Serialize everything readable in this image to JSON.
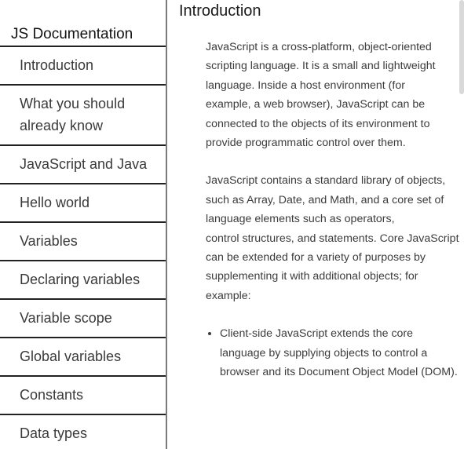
{
  "navbar": {
    "title": "JS Documentation",
    "items": [
      {
        "label": "Introduction"
      },
      {
        "label": "What you should already know"
      },
      {
        "label": "JavaScript and Java"
      },
      {
        "label": "Hello world"
      },
      {
        "label": "Variables"
      },
      {
        "label": "Declaring variables"
      },
      {
        "label": "Variable scope"
      },
      {
        "label": "Global variables"
      },
      {
        "label": "Constants"
      },
      {
        "label": "Data types"
      }
    ]
  },
  "main": {
    "heading": "Introduction",
    "paragraphs": [
      "JavaScript is a cross-platform, object-oriented scripting language. It is a small and lightweight language. Inside a host environment (for\nexample, a web browser), JavaScript can be connected to the objects of its environment to provide programmatic control over them.",
      "JavaScript contains a standard library of objects, such as Array, Date, and Math, and a core set of language elements such as operators,\ncontrol structures, and statements. Core JavaScript can be extended for a variety of purposes by supplementing it with additional objects; for\nexample:"
    ],
    "list_items": [
      "Client-side JavaScript extends the core language by supplying objects to control a browser and its Document Object Model (DOM)."
    ]
  }
}
